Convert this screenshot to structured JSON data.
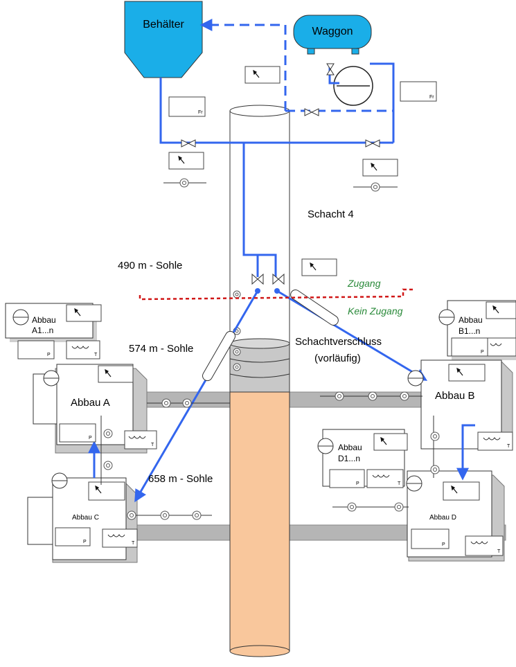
{
  "containers": {
    "tank": "Behälter",
    "wagon": "Waggon"
  },
  "shaft": {
    "name": "Schacht 4",
    "closure_line1": "Schachtverschluss",
    "closure_line2": "(vorläufig)"
  },
  "levels": {
    "l490": "490 m - Sohle",
    "l574": "574 m - Sohle",
    "l658": "658 m - Sohle"
  },
  "access": {
    "allowed": "Zugang",
    "denied": "Kein Zugang"
  },
  "areas": {
    "a1": [
      "Abbau",
      "A1...n"
    ],
    "b1": [
      "Abbau",
      "B1...n"
    ],
    "d1": [
      "Abbau",
      "D1...n"
    ],
    "a": "Abbau A",
    "b": "Abbau B",
    "c": "Abbau C",
    "d": "Abbau D"
  },
  "sensor_letters": {
    "flow": "Fr",
    "pressure": "P",
    "temperature": "T"
  },
  "colors": {
    "pipe": "#3366ee",
    "tank_fill": "#1aaee8",
    "shaft_fill": "#f9c79c",
    "seal_fill": "#c8c8c8",
    "box_fill": "#c8c8c8",
    "access_line": "#d01818",
    "access_text": "#2a8a3a"
  }
}
